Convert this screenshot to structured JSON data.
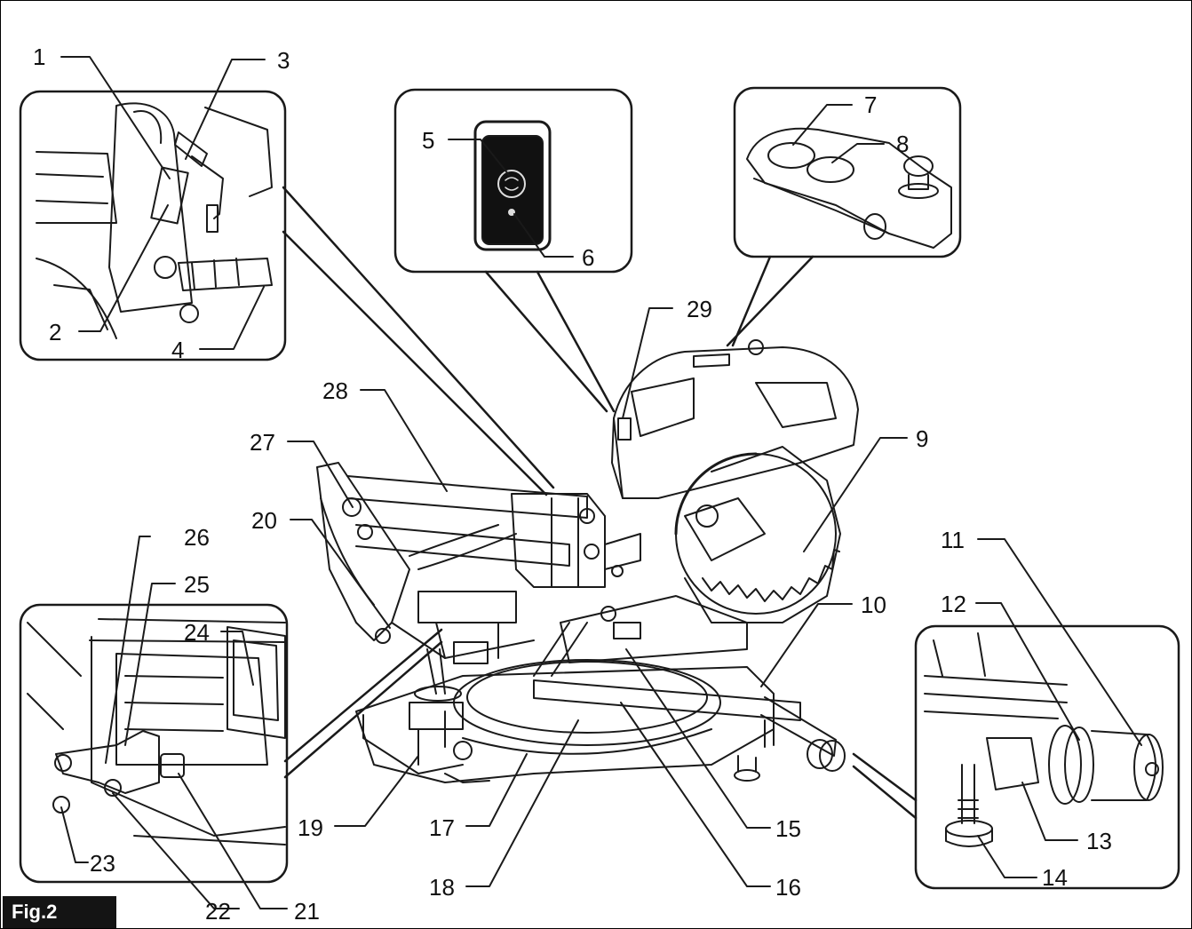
{
  "figure": {
    "label": "Fig.2"
  },
  "callouts": [
    {
      "id": 1,
      "text": "1"
    },
    {
      "id": 2,
      "text": "2"
    },
    {
      "id": 3,
      "text": "3"
    },
    {
      "id": 4,
      "text": "4"
    },
    {
      "id": 5,
      "text": "5"
    },
    {
      "id": 6,
      "text": "6"
    },
    {
      "id": 7,
      "text": "7"
    },
    {
      "id": 8,
      "text": "8"
    },
    {
      "id": 9,
      "text": "9"
    },
    {
      "id": 10,
      "text": "10"
    },
    {
      "id": 11,
      "text": "11"
    },
    {
      "id": 12,
      "text": "12"
    },
    {
      "id": 13,
      "text": "13"
    },
    {
      "id": 14,
      "text": "14"
    },
    {
      "id": 15,
      "text": "15"
    },
    {
      "id": 16,
      "text": "16"
    },
    {
      "id": 17,
      "text": "17"
    },
    {
      "id": 18,
      "text": "18"
    },
    {
      "id": 19,
      "text": "19"
    },
    {
      "id": 20,
      "text": "20"
    },
    {
      "id": 21,
      "text": "21"
    },
    {
      "id": 22,
      "text": "22"
    },
    {
      "id": 23,
      "text": "23"
    },
    {
      "id": 24,
      "text": "24"
    },
    {
      "id": 25,
      "text": "25"
    },
    {
      "id": 26,
      "text": "26"
    },
    {
      "id": 27,
      "text": "27"
    },
    {
      "id": 28,
      "text": "28"
    },
    {
      "id": 29,
      "text": "29"
    }
  ]
}
